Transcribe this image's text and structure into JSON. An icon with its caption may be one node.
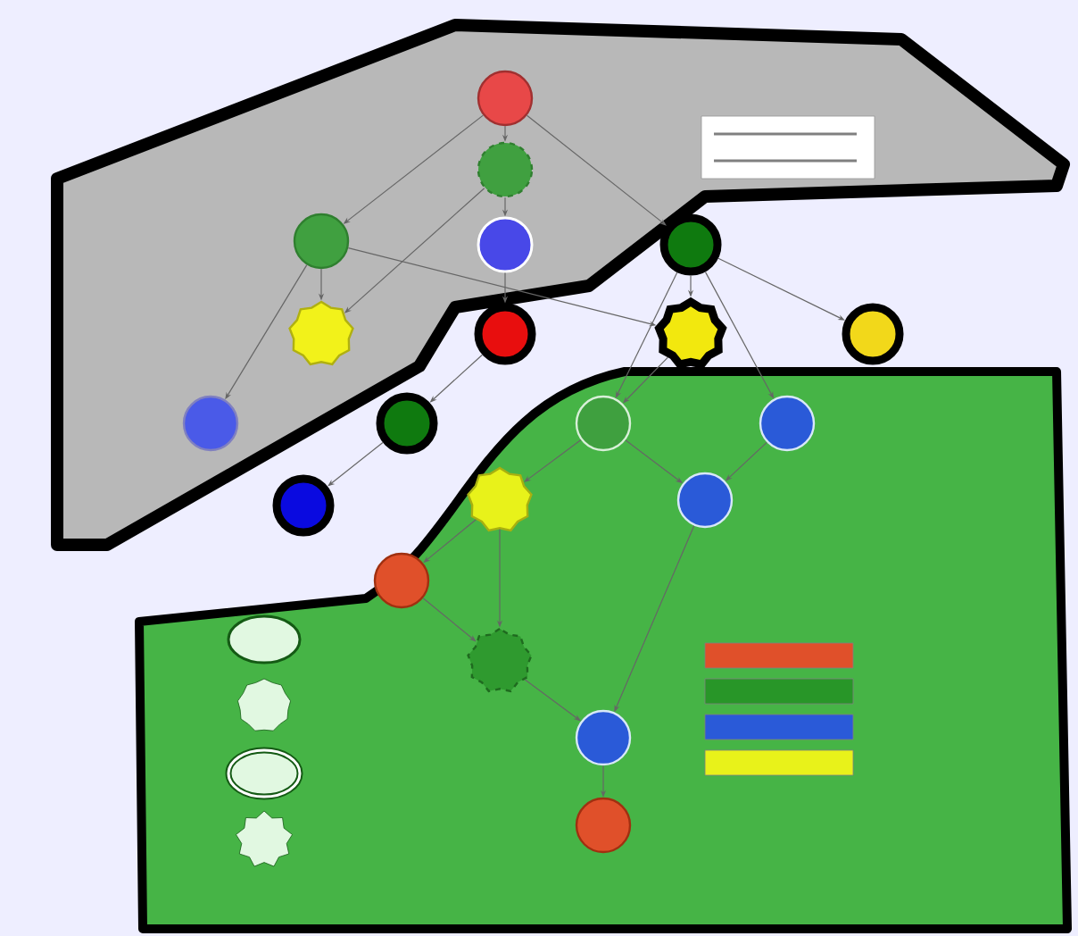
{
  "diagram": {
    "nodes": [
      {
        "text": [],
        "shape": "circle"
      },
      {
        "text": [],
        "shape": "circle"
      },
      {
        "text": [],
        "shape": "circle"
      },
      {
        "text": [],
        "shape": "circle"
      },
      {
        "text": [],
        "shape": "star"
      },
      {
        "text": [],
        "shape": "circle"
      },
      {
        "text": [],
        "shape": "circle"
      },
      {
        "text": [],
        "shape": "circle"
      },
      {
        "text": [],
        "shape": "star"
      },
      {
        "text": [],
        "shape": "circle"
      },
      {
        "text": [],
        "shape": "circle"
      },
      {
        "text": [],
        "shape": "circle"
      },
      {
        "text": [],
        "shape": "circle"
      },
      {
        "text": [],
        "shape": "circle"
      },
      {
        "text": [],
        "shape": "star"
      },
      {
        "text": [],
        "shape": "circle"
      },
      {
        "text": [],
        "shape": "circle"
      },
      {
        "text": [],
        "shape": "star"
      },
      {
        "text": [],
        "shape": "circle"
      },
      {
        "text": [],
        "shape": "circle"
      }
    ],
    "edges": [
      {
        "from": 0,
        "to": 1,
        "arrow": "to"
      },
      {
        "from": 0,
        "to": 2,
        "arrow": "to"
      },
      {
        "from": 0,
        "to": 6,
        "arrow": "to"
      },
      {
        "from": 1,
        "to": 3,
        "arrow": "to"
      },
      {
        "from": 1,
        "to": 4,
        "arrow": "to"
      },
      {
        "from": 3,
        "to": 7,
        "arrow": "to"
      },
      {
        "from": 2,
        "to": 4,
        "arrow": "to"
      },
      {
        "from": 2,
        "to": 5,
        "arrow": "to"
      },
      {
        "from": 2,
        "to": 8,
        "arrow": "to"
      },
      {
        "from": 6,
        "to": 8,
        "arrow": "to"
      },
      {
        "from": 6,
        "to": 9,
        "arrow": "to"
      },
      {
        "from": 6,
        "to": 12,
        "arrow": "to"
      },
      {
        "from": 6,
        "to": 13,
        "arrow": "to"
      },
      {
        "from": 7,
        "to": 10,
        "arrow": "to"
      },
      {
        "from": 10,
        "to": 11,
        "arrow": "to"
      },
      {
        "from": 8,
        "to": 12,
        "arrow": "to"
      },
      {
        "from": 12,
        "to": 14,
        "arrow": "to"
      },
      {
        "from": 12,
        "to": 15,
        "arrow": "to"
      },
      {
        "from": 13,
        "to": 15,
        "arrow": "to"
      },
      {
        "from": 14,
        "to": 16,
        "arrow": "to"
      },
      {
        "from": 14,
        "to": 17,
        "arrow": "to"
      },
      {
        "from": 16,
        "to": 17,
        "arrow": "to"
      },
      {
        "from": 17,
        "to": 18,
        "arrow": "to"
      },
      {
        "from": 15,
        "to": 18,
        "arrow": "to"
      },
      {
        "from": 18,
        "to": 19,
        "arrow": "to"
      }
    ]
  }
}
